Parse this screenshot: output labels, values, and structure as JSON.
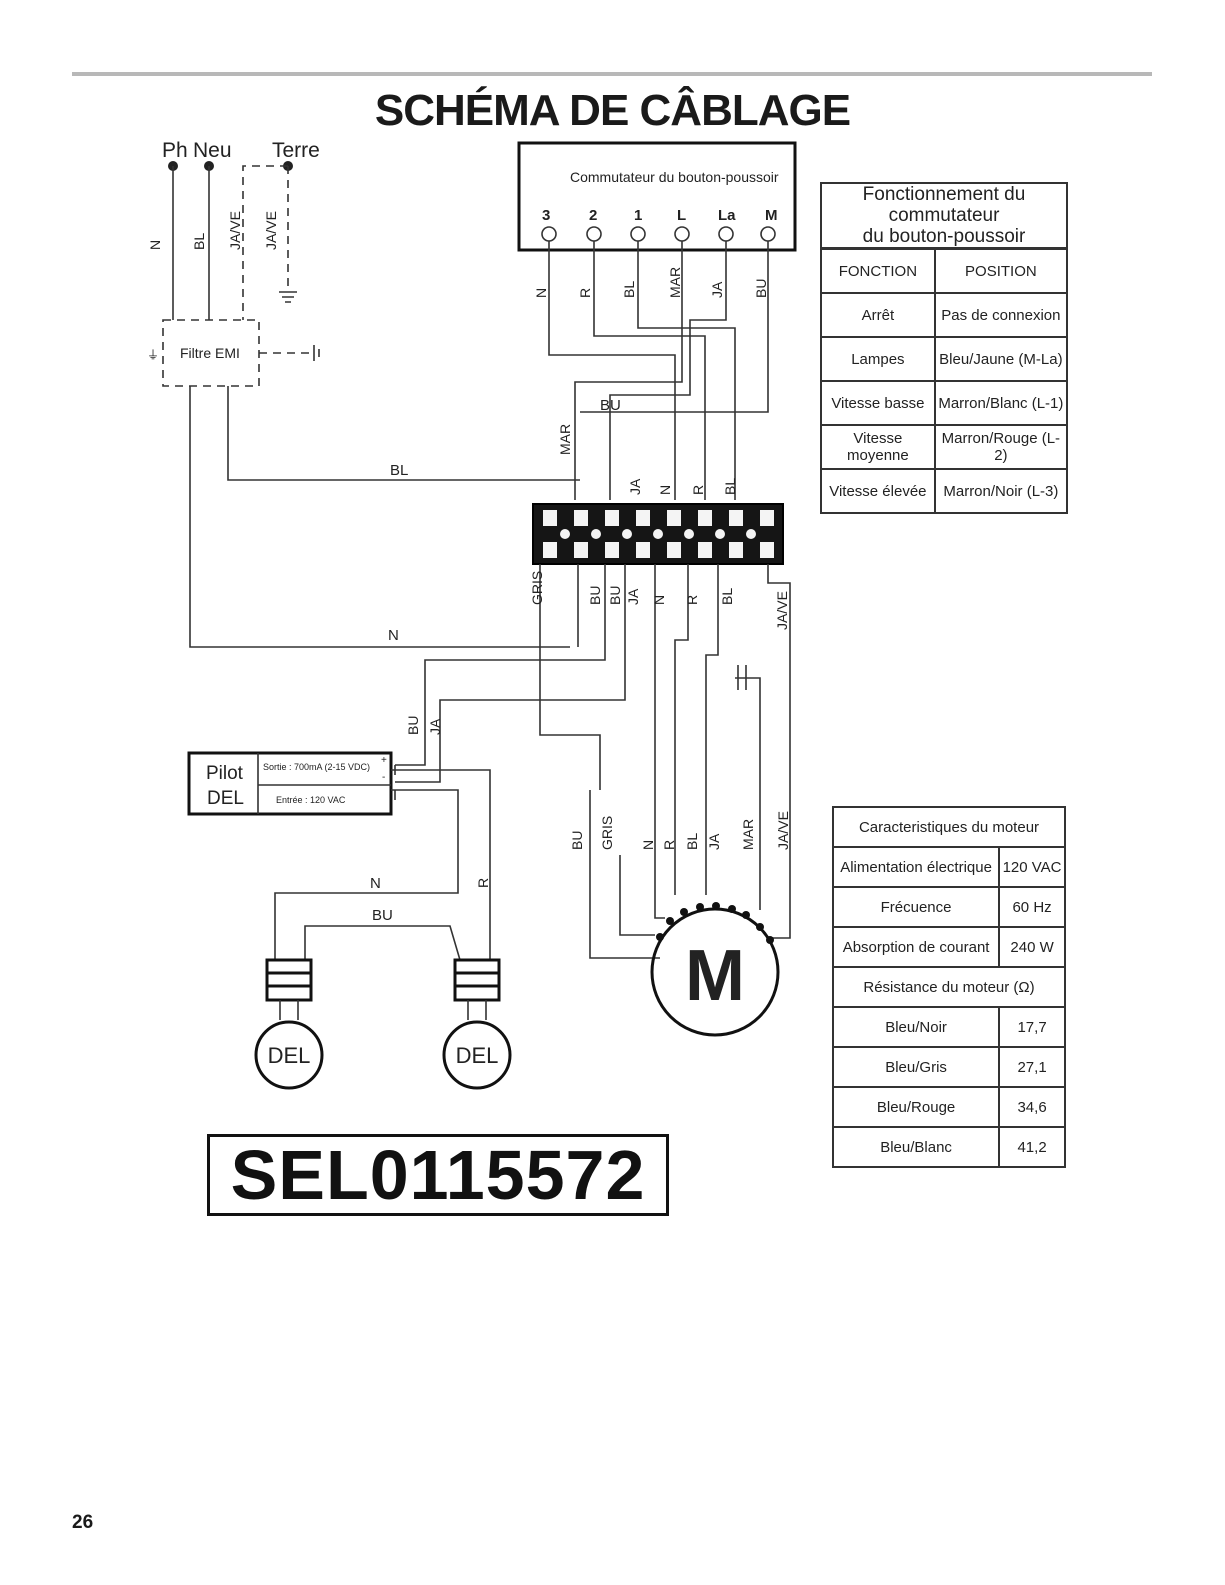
{
  "title": "SCHÉMA DE CÂBLAGE",
  "supply": {
    "ph": "Ph",
    "neu": "Neu",
    "terre": "Terre"
  },
  "wire": {
    "n": "N",
    "bl": "BL",
    "jave": "JA/VE",
    "r": "R",
    "mar": "MAR",
    "ja": "JA",
    "bu": "BU",
    "gris": "GRIS"
  },
  "filter_label": "Filtre EMI",
  "switch": {
    "title": "Commutateur du bouton-poussoir",
    "terminals": [
      "3",
      "2",
      "1",
      "L",
      "La",
      "M"
    ]
  },
  "pilot": {
    "line1": "Pilot",
    "line2": "DEL",
    "output": "Sortie : 700mA (2-15 VDC)",
    "input": "Entrée : 120 VAC",
    "plus": "+",
    "minus": "-"
  },
  "led_label": "DEL",
  "motor_label": "M",
  "serial": "SEL0115572",
  "page_number": "26",
  "switch_table": {
    "title_line1": "Fonctionnement du commutateur",
    "title_line2": "du bouton-poussoir",
    "col_function": "FONCTION",
    "col_position": "POSITION",
    "rows": [
      {
        "function": "Arrêt",
        "position": "Pas de connexion"
      },
      {
        "function": "Lampes",
        "position": "Bleu/Jaune (M-La)"
      },
      {
        "function": "Vitesse basse",
        "position": "Marron/Blanc (L-1)"
      },
      {
        "function": "Vitesse moyenne",
        "position": "Marron/Rouge (L-2)"
      },
      {
        "function": "Vitesse élevée",
        "position": "Marron/Noir (L-3)"
      }
    ]
  },
  "motor_table": {
    "title": "Caracteristiques du moteur",
    "rows": [
      {
        "label": "Alimentation électrique",
        "value": "120 VAC"
      },
      {
        "label": "Frécuence",
        "value": "60 Hz"
      },
      {
        "label": "Absorption de courant",
        "value": "240 W"
      }
    ],
    "resistance_title": "Résistance du moteur (Ω)",
    "resistance_rows": [
      {
        "label": "Bleu/Noir",
        "value": "17,7"
      },
      {
        "label": "Bleu/Gris",
        "value": "27,1"
      },
      {
        "label": "Bleu/Rouge",
        "value": "34,6"
      },
      {
        "label": "Bleu/Blanc",
        "value": "41,2"
      }
    ]
  }
}
